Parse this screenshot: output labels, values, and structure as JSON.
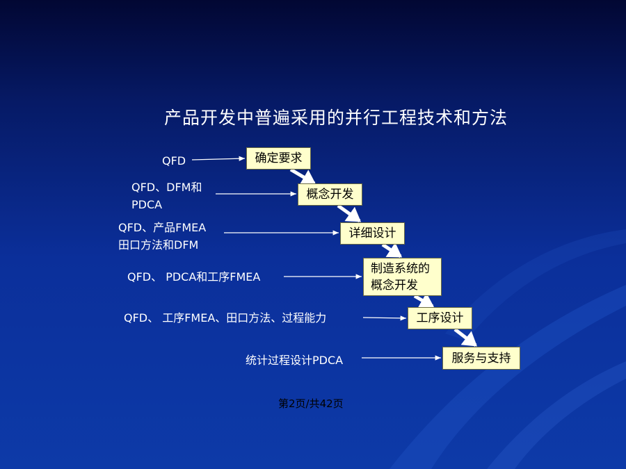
{
  "title": "产品开发中普遍采用的并行工程技术和方法",
  "steps": [
    "确定要求",
    "概念开发",
    "详细设计",
    "制造系统的\n概念开发",
    "工序设计",
    "服务与支持"
  ],
  "inputs": [
    "QFD",
    "QFD、DFM和\nPDCA",
    "QFD、产品FMEA\n田口方法和DFM",
    "QFD、 PDCA和工序FMEA",
    "QFD、 工序FMEA、田口方法、过程能力",
    "统计过程设计PDCA"
  ],
  "footer": "第2页/共42页",
  "colors": {
    "box_fill": "#ffffcc",
    "arrow_fill": "#ffffff",
    "background": "#0b2f9a"
  }
}
